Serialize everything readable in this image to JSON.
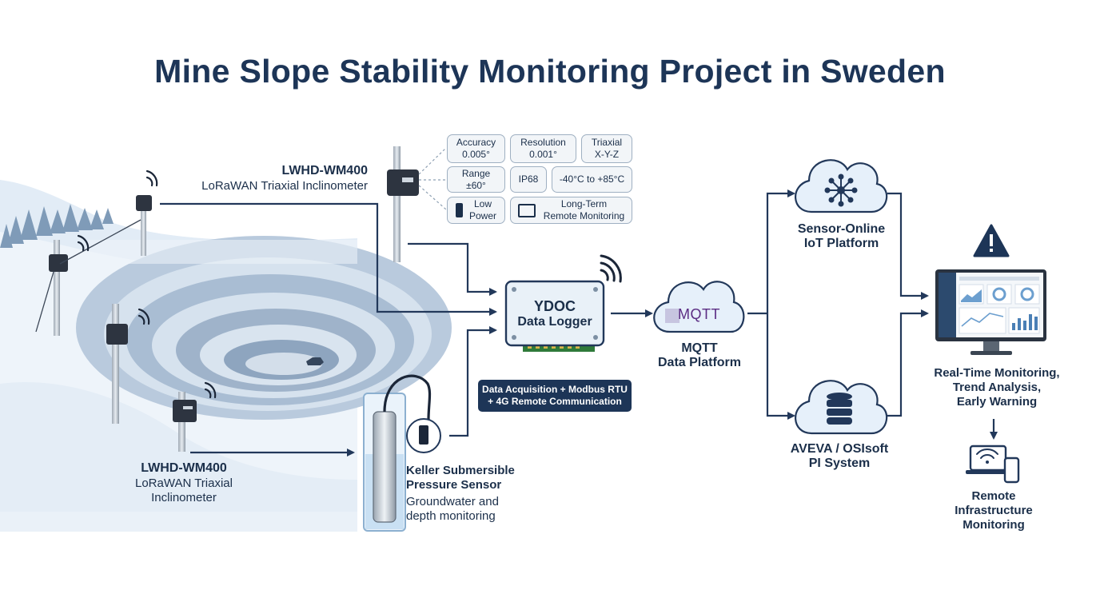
{
  "title": "Mine Slope Stability Monitoring Project in Sweden",
  "inclinometer_top": {
    "model": "LWHD-WM400",
    "desc": "LoRaWAN Triaxial Inclinometer"
  },
  "inclinometer_bottom": {
    "model": "LWHD-WM400",
    "desc_line1": "LoRaWAN Triaxial",
    "desc_line2": "Inclinometer"
  },
  "specs": {
    "accuracy_l1": "Accuracy",
    "accuracy_l2": "0.005°",
    "resolution_l1": "Resolution",
    "resolution_l2": "0.001°",
    "triaxial_l1": "Triaxial",
    "triaxial_l2": "X-Y-Z",
    "range_l1": "Range",
    "range_l2": "±60°",
    "ip": "IP68",
    "temp": "-40°C to +85°C",
    "power_l1": "Low",
    "power_l2": "Power",
    "remote_l1": "Long-Term",
    "remote_l2": "Remote Monitoring"
  },
  "logger": {
    "title_l1": "YDOC",
    "title_l2": "Data Logger",
    "caption_l1": "Data Acquisition + Modbus RTU",
    "caption_l2": "+ 4G Remote Communication"
  },
  "mqtt": {
    "logo": "MQTT",
    "label_l1": "MQTT",
    "label_l2": "Data Platform"
  },
  "iot": {
    "label_l1": "Sensor-Online",
    "label_l2": "IoT Platform"
  },
  "pi": {
    "label_l1": "AVEVA / OSIsoft",
    "label_l2": "PI System"
  },
  "monitoring": {
    "label_l1": "Real-Time Monitoring,",
    "label_l2": "Trend Analysis,",
    "label_l3": "Early Warning"
  },
  "remote": {
    "label_l1": "Remote",
    "label_l2": "Infrastructure",
    "label_l3": "Monitoring"
  },
  "keller": {
    "title_l1": "Keller Submersible",
    "title_l2": "Pressure Sensor",
    "desc_l1": "Groundwater and",
    "desc_l2": "depth monitoring"
  },
  "colors": {
    "navy": "#1d3557",
    "line": "#22385a",
    "cloud": "#e6f0fa",
    "snow": "#dfeaf5",
    "mqtt": "#5b2c83"
  }
}
